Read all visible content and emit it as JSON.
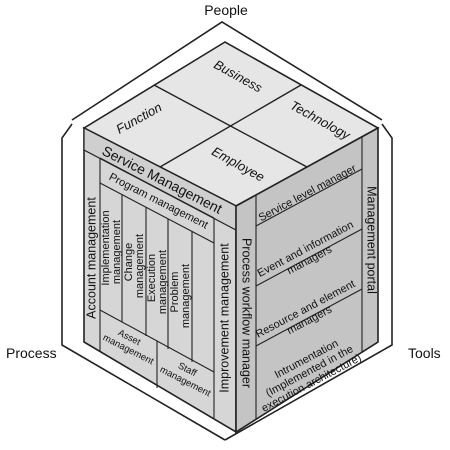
{
  "outer_labels": {
    "people": "People",
    "process": "Process",
    "tools": "Tools"
  },
  "top_face": {
    "business": "Business",
    "technology": "Technology",
    "function": "Function",
    "employee": "Employee"
  },
  "left_face": {
    "title": "Service Management",
    "account_management": "Account management",
    "program_management": "Program management",
    "implementation_line1": "Implementation",
    "implementation_line2": "management",
    "change_line1": "Change",
    "change_line2": "management",
    "execution_line1": "Execution",
    "execution_line2": "management",
    "problem_line1": "Problem",
    "problem_line2": "management",
    "asset_line1": "Asset",
    "asset_line2": "management",
    "staff_line1": "Staff",
    "staff_line2": "management",
    "improvement": "Improvement management"
  },
  "right_face": {
    "process_workflow_manager": "Process workflow manager",
    "management_portal": "Management portal",
    "service_level_manager": "Service level manager",
    "event_line1": "Event and information",
    "event_line2": "managers",
    "resource_line1": "Resource and element",
    "resource_line2": "managers",
    "instr_line1": "Intrumentation",
    "instr_line2": "(Implemented in the",
    "instr_line3": "execution architecture)"
  },
  "colors": {
    "top_face": "#e6e6e6",
    "left_face": "#d6d6d6",
    "left_title_band": "#cfcfcf",
    "right_face": "#c4c4c4",
    "line": "#222222"
  }
}
